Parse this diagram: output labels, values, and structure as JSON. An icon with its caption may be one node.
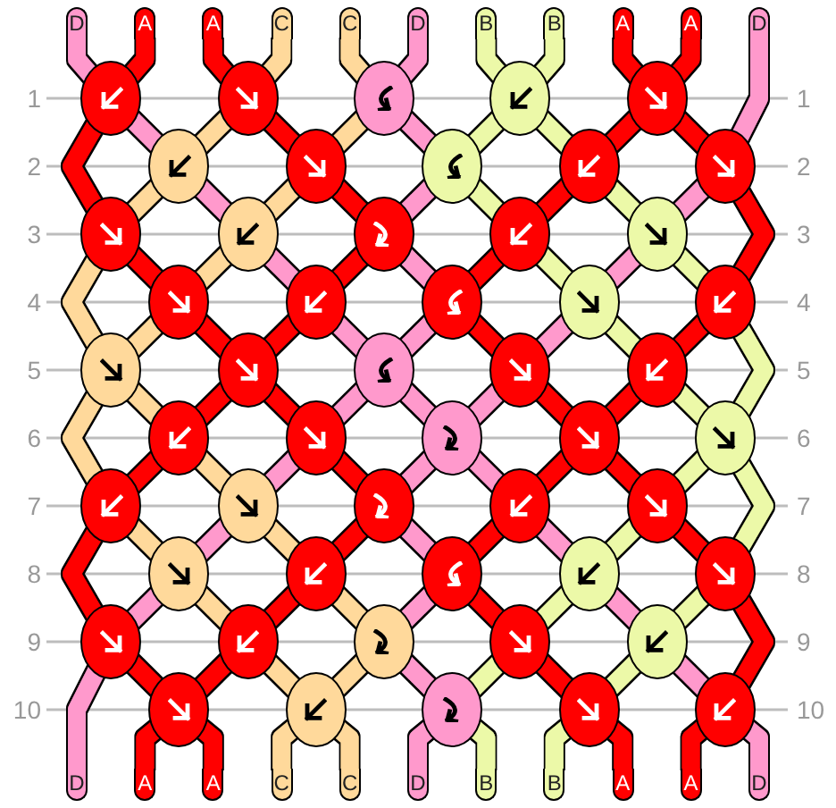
{
  "diagram": {
    "nodes": [
      {
        "text": [
          "D"
        ]
      },
      {
        "text": [
          "A"
        ]
      },
      {
        "text": [
          "A"
        ]
      },
      {
        "text": [
          "C"
        ]
      },
      {
        "text": [
          "C"
        ]
      },
      {
        "text": [
          "D"
        ]
      },
      {
        "text": [
          "B"
        ]
      },
      {
        "text": [
          "B"
        ]
      },
      {
        "text": [
          "A"
        ]
      },
      {
        "text": [
          "A"
        ]
      },
      {
        "text": [
          "D"
        ]
      },
      {
        "text": [],
        "shape": "circle"
      },
      {
        "text": [],
        "shape": "circle"
      },
      {
        "text": [],
        "shape": "circle"
      },
      {
        "text": [],
        "shape": "circle"
      },
      {
        "text": [],
        "shape": "circle"
      },
      {
        "text": [],
        "shape": "circle"
      },
      {
        "text": [],
        "shape": "circle"
      },
      {
        "text": [],
        "shape": "circle"
      },
      {
        "text": [],
        "shape": "circle"
      },
      {
        "text": [],
        "shape": "circle"
      },
      {
        "text": [],
        "shape": "circle"
      },
      {
        "text": [],
        "shape": "circle"
      },
      {
        "text": [],
        "shape": "circle"
      },
      {
        "text": [],
        "shape": "circle"
      },
      {
        "text": [],
        "shape": "circle"
      },
      {
        "text": [],
        "shape": "circle"
      },
      {
        "text": [],
        "shape": "circle"
      },
      {
        "text": [],
        "shape": "circle"
      },
      {
        "text": [],
        "shape": "circle"
      },
      {
        "text": [],
        "shape": "circle"
      },
      {
        "text": [],
        "shape": "circle"
      },
      {
        "text": [],
        "shape": "circle"
      },
      {
        "text": [],
        "shape": "circle"
      },
      {
        "text": [],
        "shape": "circle"
      },
      {
        "text": [],
        "shape": "circle"
      },
      {
        "text": [],
        "shape": "circle"
      },
      {
        "text": [],
        "shape": "circle"
      },
      {
        "text": [],
        "shape": "circle"
      },
      {
        "text": [],
        "shape": "circle"
      },
      {
        "text": [],
        "shape": "circle"
      },
      {
        "text": [],
        "shape": "circle"
      },
      {
        "text": [],
        "shape": "circle"
      },
      {
        "text": [],
        "shape": "circle"
      },
      {
        "text": [],
        "shape": "circle"
      },
      {
        "text": [],
        "shape": "circle"
      },
      {
        "text": [],
        "shape": "circle"
      },
      {
        "text": [],
        "shape": "circle"
      },
      {
        "text": [],
        "shape": "circle"
      },
      {
        "text": [],
        "shape": "circle"
      },
      {
        "text": [],
        "shape": "circle"
      },
      {
        "text": [],
        "shape": "circle"
      },
      {
        "text": [],
        "shape": "circle"
      },
      {
        "text": [],
        "shape": "circle"
      },
      {
        "text": [],
        "shape": "circle"
      },
      {
        "text": [],
        "shape": "circle"
      },
      {
        "text": [],
        "shape": "circle"
      },
      {
        "text": [],
        "shape": "circle"
      },
      {
        "text": [],
        "shape": "circle"
      },
      {
        "text": [],
        "shape": "circle"
      },
      {
        "text": [],
        "shape": "circle"
      },
      {
        "text": [
          "D"
        ]
      },
      {
        "text": [
          "A"
        ]
      },
      {
        "text": [
          "A"
        ]
      },
      {
        "text": [
          "C"
        ]
      },
      {
        "text": [
          "C"
        ]
      },
      {
        "text": [
          "D"
        ]
      },
      {
        "text": [
          "B"
        ]
      },
      {
        "text": [
          "B"
        ]
      },
      {
        "text": [
          "A"
        ]
      },
      {
        "text": [
          "A"
        ]
      },
      {
        "text": [
          "D"
        ]
      }
    ],
    "edges": [
      {
        "from": 0,
        "to": 11,
        "arrow": "none",
        "color": "#ff99cc"
      },
      {
        "from": 1,
        "to": 11,
        "arrow": "none"
      },
      {
        "from": 2,
        "to": 12,
        "arrow": "none"
      },
      {
        "from": 3,
        "to": 12,
        "arrow": "none",
        "color": "#ffd99b"
      },
      {
        "from": 4,
        "to": 13,
        "arrow": "none",
        "color": "#ffd99b"
      },
      {
        "from": 5,
        "to": 13,
        "arrow": "none",
        "color": "#ff99cc"
      },
      {
        "from": 6,
        "to": 14,
        "arrow": "none",
        "color": "#ecf9a8"
      },
      {
        "from": 7,
        "to": 14,
        "arrow": "none",
        "color": "#ecf9a8"
      },
      {
        "from": 8,
        "to": 15,
        "arrow": "none"
      },
      {
        "from": 9,
        "to": 15,
        "arrow": "none"
      },
      {
        "from": 10,
        "to": 20,
        "arrow": "none",
        "color": "#ff99cc"
      },
      {
        "from": 11,
        "to": 21,
        "arrow": "none"
      },
      {
        "from": 11,
        "to": 16,
        "arrow": "none",
        "color": "#ff99cc"
      },
      {
        "from": 12,
        "to": 16,
        "arrow": "none",
        "color": "#ffd99b"
      },
      {
        "from": 12,
        "to": 17,
        "arrow": "none"
      },
      {
        "from": 13,
        "to": 17,
        "arrow": "none",
        "color": "#ffd99b"
      },
      {
        "from": 13,
        "to": 18,
        "arrow": "none",
        "color": "#ff99cc"
      },
      {
        "from": 14,
        "to": 18,
        "arrow": "none",
        "color": "#ecf9a8"
      },
      {
        "from": 14,
        "to": 19,
        "arrow": "none",
        "color": "#ecf9a8"
      },
      {
        "from": 15,
        "to": 19,
        "arrow": "none"
      },
      {
        "from": 15,
        "to": 20,
        "arrow": "none"
      },
      {
        "from": 16,
        "to": 21,
        "arrow": "none",
        "color": "#ffd99b"
      },
      {
        "from": 16,
        "to": 22,
        "arrow": "none",
        "color": "#ff99cc"
      },
      {
        "from": 17,
        "to": 22,
        "arrow": "none",
        "color": "#ffd99b"
      },
      {
        "from": 17,
        "to": 23,
        "arrow": "none"
      },
      {
        "from": 18,
        "to": 23,
        "arrow": "none",
        "color": "#ff99cc"
      },
      {
        "from": 18,
        "to": 24,
        "arrow": "none",
        "color": "#ecf9a8"
      },
      {
        "from": 19,
        "to": 24,
        "arrow": "none"
      },
      {
        "from": 19,
        "to": 25,
        "arrow": "none",
        "color": "#ecf9a8"
      },
      {
        "from": 20,
        "to": 25,
        "arrow": "none",
        "color": "#ff99cc"
      },
      {
        "from": 20,
        "to": 30,
        "arrow": "none"
      },
      {
        "from": 21,
        "to": 31,
        "arrow": "none",
        "color": "#ffd99b"
      },
      {
        "from": 21,
        "to": 26,
        "arrow": "none"
      },
      {
        "from": 22,
        "to": 26,
        "arrow": "none",
        "color": "#ffd99b"
      },
      {
        "from": 22,
        "to": 27,
        "arrow": "none",
        "color": "#ff99cc"
      },
      {
        "from": 23,
        "to": 27,
        "arrow": "none"
      },
      {
        "from": 23,
        "to": 28,
        "arrow": "none",
        "color": "#ff99cc"
      },
      {
        "from": 24,
        "to": 28,
        "arrow": "none"
      },
      {
        "from": 24,
        "to": 29,
        "arrow": "none",
        "color": "#ecf9a8"
      },
      {
        "from": 25,
        "to": 29,
        "arrow": "none",
        "color": "#ff99cc"
      },
      {
        "from": 25,
        "to": 30,
        "arrow": "none",
        "color": "#ecf9a8"
      },
      {
        "from": 26,
        "to": 31,
        "arrow": "none",
        "color": "#ffd99b"
      },
      {
        "from": 26,
        "to": 32,
        "arrow": "none"
      },
      {
        "from": 27,
        "to": 32,
        "arrow": "none"
      },
      {
        "from": 27,
        "to": 33,
        "arrow": "none",
        "color": "#ff99cc"
      },
      {
        "from": 28,
        "to": 33,
        "arrow": "none",
        "color": "#ff99cc"
      },
      {
        "from": 28,
        "to": 34,
        "arrow": "none"
      },
      {
        "from": 29,
        "to": 34,
        "arrow": "none",
        "color": "#ff99cc"
      },
      {
        "from": 29,
        "to": 35,
        "arrow": "none",
        "color": "#ecf9a8"
      },
      {
        "from": 30,
        "to": 35,
        "arrow": "none"
      },
      {
        "from": 30,
        "to": 40,
        "arrow": "none",
        "color": "#ecf9a8"
      },
      {
        "from": 31,
        "to": 41,
        "arrow": "none",
        "color": "#ffd99b"
      },
      {
        "from": 31,
        "to": 36,
        "arrow": "none",
        "color": "#ffd99b"
      },
      {
        "from": 32,
        "to": 36,
        "arrow": "none"
      },
      {
        "from": 32,
        "to": 37,
        "arrow": "none"
      },
      {
        "from": 33,
        "to": 37,
        "arrow": "none",
        "color": "#ff99cc"
      },
      {
        "from": 33,
        "to": 38,
        "arrow": "none",
        "color": "#ff99cc"
      },
      {
        "from": 34,
        "to": 38,
        "arrow": "none",
        "color": "#ff99cc"
      },
      {
        "from": 34,
        "to": 39,
        "arrow": "none"
      },
      {
        "from": 35,
        "to": 39,
        "arrow": "none"
      },
      {
        "from": 35,
        "to": 40,
        "arrow": "none",
        "color": "#ecf9a8"
      },
      {
        "from": 36,
        "to": 41,
        "arrow": "none"
      },
      {
        "from": 36,
        "to": 42,
        "arrow": "none",
        "color": "#ffd99b"
      },
      {
        "from": 37,
        "to": 42,
        "arrow": "none",
        "color": "#ff99cc"
      },
      {
        "from": 37,
        "to": 43,
        "arrow": "none"
      },
      {
        "from": 38,
        "to": 43,
        "arrow": "none",
        "color": "#ff99cc"
      },
      {
        "from": 38,
        "to": 44,
        "arrow": "none",
        "color": "#ff99cc"
      },
      {
        "from": 39,
        "to": 44,
        "arrow": "none"
      },
      {
        "from": 39,
        "to": 45,
        "arrow": "none"
      },
      {
        "from": 40,
        "to": 45,
        "arrow": "none",
        "color": "#ecf9a8"
      },
      {
        "from": 40,
        "to": 50,
        "arrow": "none",
        "color": "#ecf9a8"
      },
      {
        "from": 41,
        "to": 51,
        "arrow": "none"
      },
      {
        "from": 41,
        "to": 46,
        "arrow": "none",
        "color": "#ffd99b"
      },
      {
        "from": 42,
        "to": 46,
        "arrow": "none",
        "color": "#ff99cc"
      },
      {
        "from": 42,
        "to": 47,
        "arrow": "none",
        "color": "#ffd99b"
      },
      {
        "from": 43,
        "to": 47,
        "arrow": "none"
      },
      {
        "from": 43,
        "to": 48,
        "arrow": "none",
        "color": "#ff99cc"
      },
      {
        "from": 44,
        "to": 48,
        "arrow": "none"
      },
      {
        "from": 44,
        "to": 49,
        "arrow": "none",
        "color": "#ff99cc"
      },
      {
        "from": 45,
        "to": 49,
        "arrow": "none",
        "color": "#ecf9a8"
      },
      {
        "from": 45,
        "to": 50,
        "arrow": "none"
      },
      {
        "from": 46,
        "to": 51,
        "arrow": "none",
        "color": "#ff99cc"
      },
      {
        "from": 46,
        "to": 52,
        "arrow": "none",
        "color": "#ffd99b"
      },
      {
        "from": 47,
        "to": 52,
        "arrow": "none"
      },
      {
        "from": 47,
        "to": 53,
        "arrow": "none",
        "color": "#ffd99b"
      },
      {
        "from": 48,
        "to": 53,
        "arrow": "none",
        "color": "#ff99cc"
      },
      {
        "from": 48,
        "to": 54,
        "arrow": "none"
      },
      {
        "from": 49,
        "to": 54,
        "arrow": "none",
        "color": "#ecf9a8"
      },
      {
        "from": 49,
        "to": 55,
        "arrow": "none",
        "color": "#ff99cc"
      },
      {
        "from": 50,
        "to": 55,
        "arrow": "none",
        "color": "#ecf9a8"
      },
      {
        "from": 50,
        "to": 60,
        "arrow": "none"
      },
      {
        "from": 51,
        "to": 61,
        "arrow": "none",
        "color": "#ff99cc"
      },
      {
        "from": 51,
        "to": 56,
        "arrow": "none"
      },
      {
        "from": 52,
        "to": 56,
        "arrow": "none"
      },
      {
        "from": 52,
        "to": 57,
        "arrow": "none",
        "color": "#ffd99b"
      },
      {
        "from": 53,
        "to": 57,
        "arrow": "none",
        "color": "#ffd99b"
      },
      {
        "from": 53,
        "to": 58,
        "arrow": "none",
        "color": "#ff99cc"
      },
      {
        "from": 54,
        "to": 58,
        "arrow": "none",
        "color": "#ecf9a8"
      },
      {
        "from": 54,
        "to": 59,
        "arrow": "none"
      },
      {
        "from": 55,
        "to": 59,
        "arrow": "none",
        "color": "#ecf9a8"
      },
      {
        "from": 55,
        "to": 60,
        "arrow": "none",
        "color": "#ff99cc"
      },
      {
        "from": 56,
        "to": 62,
        "arrow": "none"
      },
      {
        "from": 56,
        "to": 63,
        "arrow": "none"
      },
      {
        "from": 57,
        "to": 64,
        "arrow": "none",
        "color": "#ffd99b"
      },
      {
        "from": 57,
        "to": 65,
        "arrow": "none",
        "color": "#ffd99b"
      },
      {
        "from": 58,
        "to": 66,
        "arrow": "none",
        "color": "#ff99cc"
      },
      {
        "from": 58,
        "to": 67,
        "arrow": "none",
        "color": "#ecf9a8"
      },
      {
        "from": 59,
        "to": 68,
        "arrow": "none",
        "color": "#ecf9a8"
      },
      {
        "from": 59,
        "to": 69,
        "arrow": "none"
      },
      {
        "from": 60,
        "to": 70,
        "arrow": "none"
      },
      {
        "from": 60,
        "to": 71,
        "arrow": "none",
        "color": "#ff99cc"
      }
    ],
    "labels": [
      "1",
      "1",
      "2",
      "2",
      "3",
      "3",
      "4",
      "4",
      "5",
      "5",
      "6",
      "6",
      "7",
      "7",
      "8",
      "8",
      "9",
      "9",
      "10",
      "10"
    ]
  }
}
